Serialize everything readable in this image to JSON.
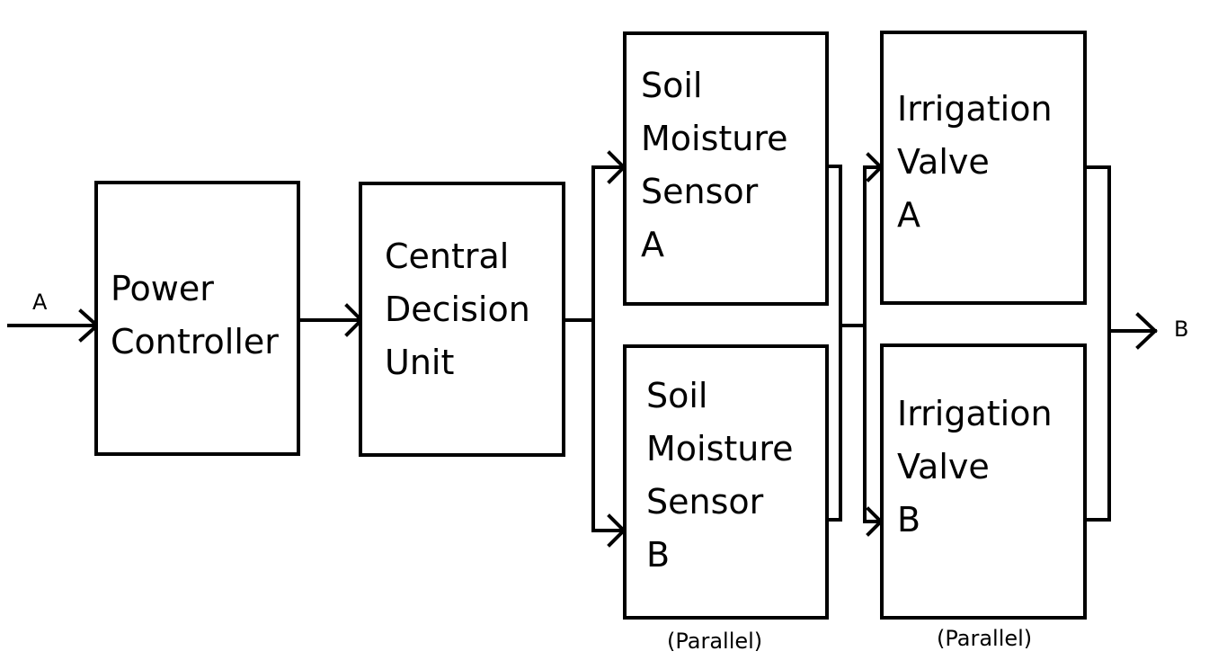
{
  "input_label": "A",
  "output_label": "B",
  "blocks": {
    "power": {
      "line1": "Power",
      "line2": "Controller"
    },
    "central": {
      "line1": "Central",
      "line2": "Decision",
      "line3": "Unit"
    },
    "sensor_a": {
      "line1": "Soil",
      "line2": "Moisture",
      "line3": "Sensor",
      "line4": "A"
    },
    "sensor_b": {
      "line1": "Soil",
      "line2": "Moisture",
      "line3": "Sensor",
      "line4": "B"
    },
    "valve_a": {
      "line1": "Irrigation",
      "line2": "Valve",
      "line3": "A"
    },
    "valve_b": {
      "line1": "Irrigation",
      "line2": "Valve",
      "line3": "B"
    }
  },
  "captions": {
    "sensors": "(Parallel)",
    "valves": "(Parallel)"
  }
}
